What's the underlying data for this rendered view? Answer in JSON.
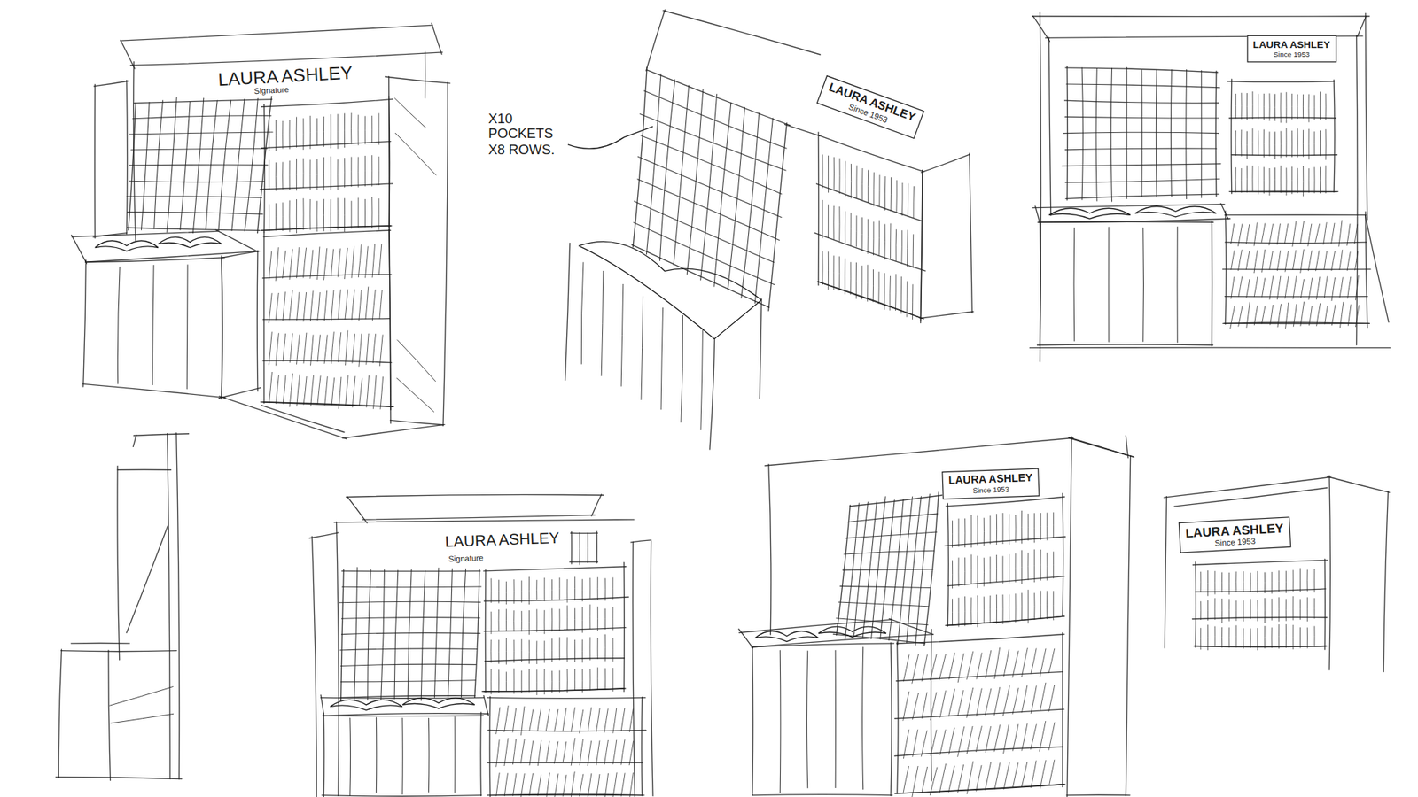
{
  "diagram": {
    "nodes": [
      {
        "text": [
          "LAURA ASHLEY",
          "Since 1953"
        ]
      },
      {
        "text": [
          "LAURA ASHLEY",
          "Since 1953"
        ]
      },
      {
        "text": [
          "LAURA ASHLEY",
          "Since 1953"
        ]
      },
      {
        "text": [
          "LAURA ASHLEY",
          "Since 1953"
        ]
      }
    ],
    "labels": [
      "LAURA ASHLEY",
      "Signature",
      "X10 POCKETS X8 ROWS.",
      "LAURA ASHLEY",
      "Signature"
    ]
  }
}
